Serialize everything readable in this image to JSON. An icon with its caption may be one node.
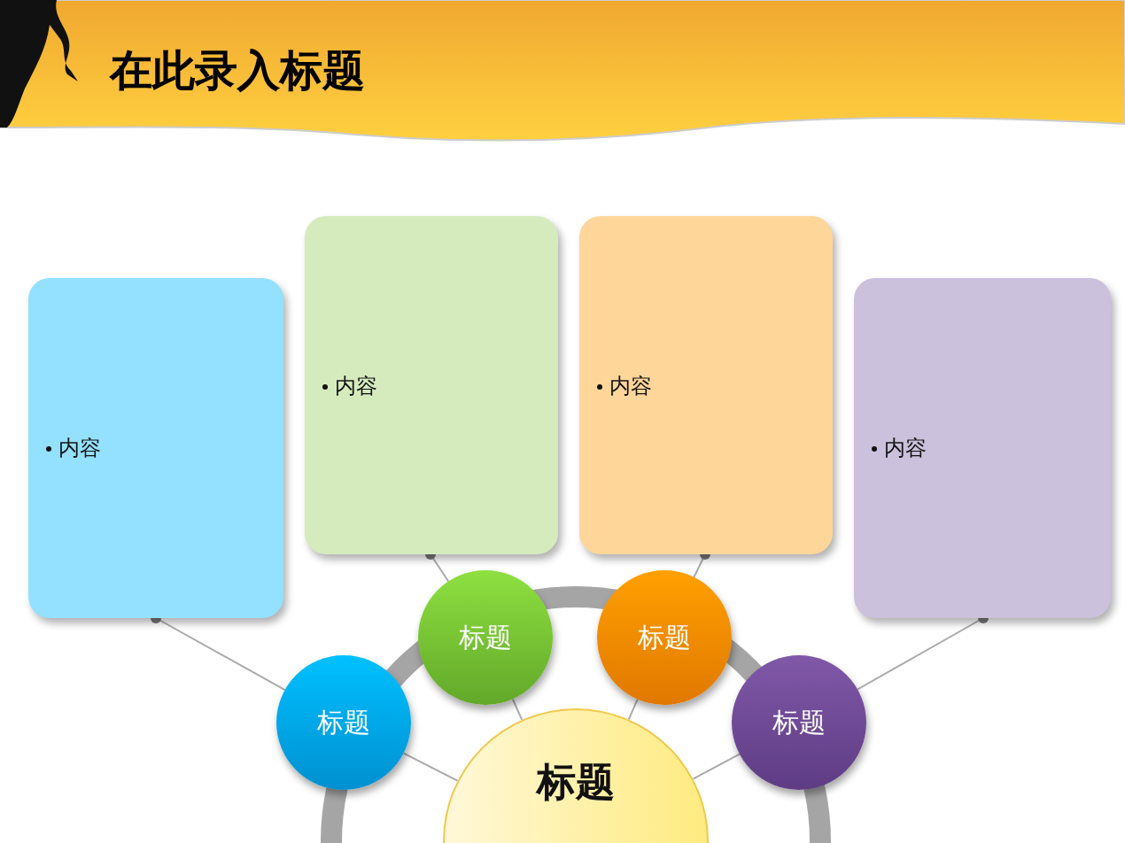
{
  "diagram": {
    "title": "在此录入标题",
    "nodes": [
      {
        "text": [
          "内容"
        ]
      },
      {
        "text": [
          "内容"
        ]
      },
      {
        "text": [
          "内容"
        ]
      },
      {
        "text": [
          "内容"
        ]
      },
      {
        "text": [
          "标题"
        ]
      },
      {
        "text": [
          "标题"
        ]
      },
      {
        "text": [
          "标题"
        ]
      },
      {
        "text": [
          "标题"
        ]
      },
      {
        "text": [
          "标题"
        ]
      }
    ],
    "edges": [
      {
        "from": 0,
        "to": 4,
        "arrow": "other"
      },
      {
        "from": 1,
        "to": 5,
        "arrow": "other"
      },
      {
        "from": 2,
        "to": 6,
        "arrow": "other"
      },
      {
        "from": 3,
        "to": 7,
        "arrow": "other"
      },
      {
        "from": 4,
        "to": 8,
        "arrow": "none"
      },
      {
        "from": 5,
        "to": 8,
        "arrow": "none"
      },
      {
        "from": 6,
        "to": 8,
        "arrow": "none"
      },
      {
        "from": 7,
        "to": 8,
        "arrow": "none"
      }
    ]
  }
}
